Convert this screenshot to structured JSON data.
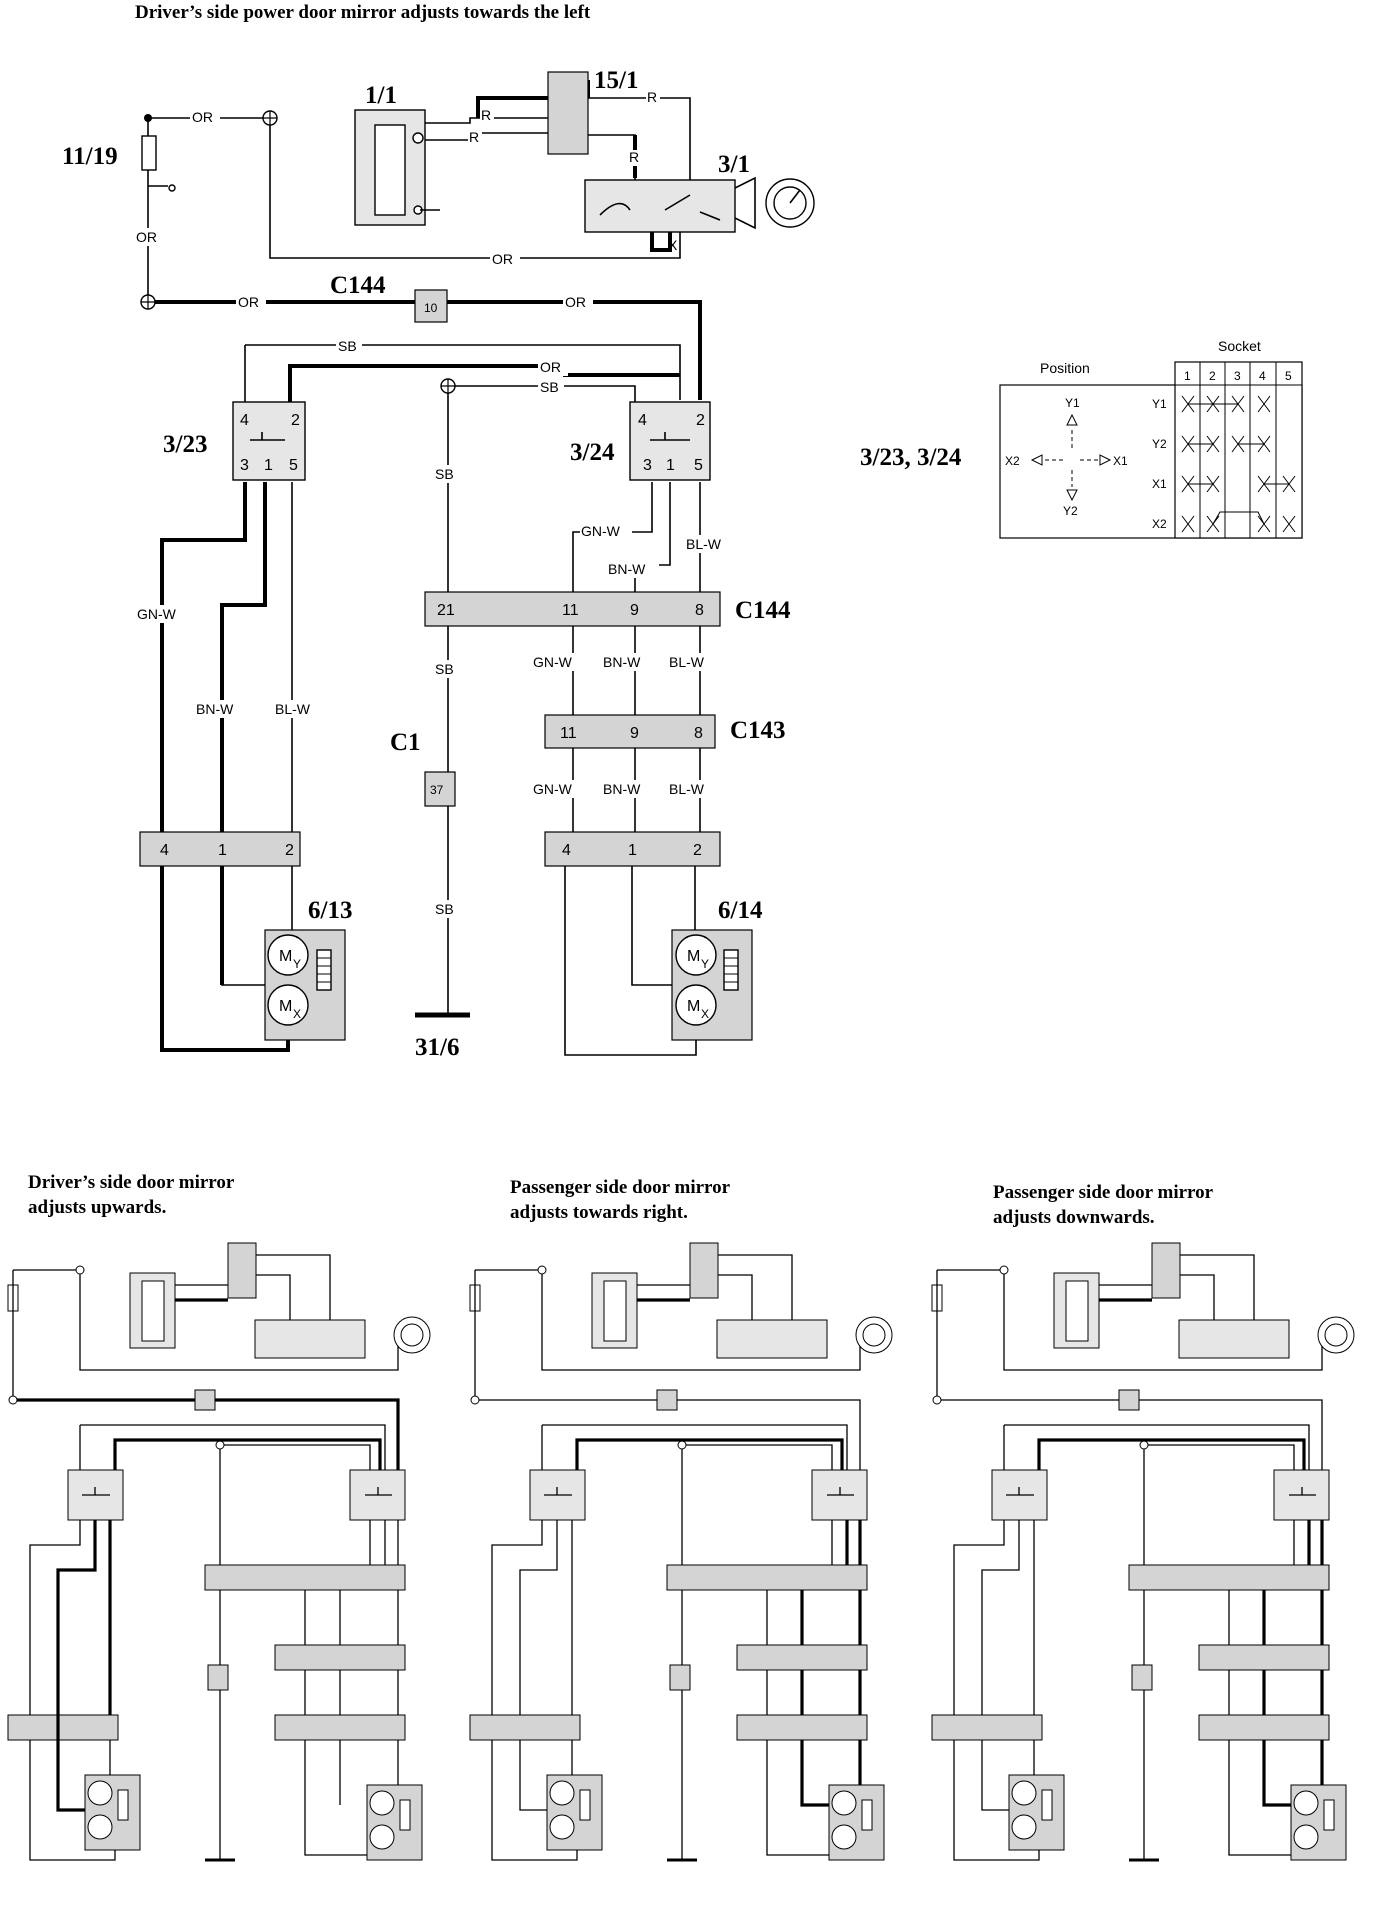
{
  "main": {
    "title": "Driver’s side power door mirror adjusts towards the left",
    "components": {
      "fuse": "11/19",
      "ignition_relay": "1/1",
      "relay": "15/1",
      "ignition_switch": "3/1",
      "switch_left": "3/23",
      "switch_right": "3/24",
      "connector_c144": "C144",
      "connector_c144b": "C144",
      "connector_c143": "C143",
      "connector_c1": "C1",
      "mirror_left": "6/13",
      "mirror_right": "6/14",
      "ground": "31/6"
    },
    "wires": {
      "or": "OR",
      "r": "R",
      "x": "X",
      "sb": "SB",
      "gnw": "GN-W",
      "bnw": "BN-W",
      "blw": "BL-W"
    },
    "pins": {
      "c144_top": "10",
      "c1": "37",
      "c144_21": "21",
      "c144_11": "11",
      "c144_9": "9",
      "c144_8": "8",
      "c143_11": "11",
      "c143_9": "9",
      "c143_8": "8",
      "sw_4": "4",
      "sw_2": "2",
      "sw_3": "3",
      "sw_1": "1",
      "sw_5": "5",
      "m_4": "4",
      "m_1": "1",
      "m_2": "2"
    },
    "motor": {
      "y": "Y",
      "x": "X",
      "m": "M"
    }
  },
  "legend": {
    "label": "3/23, 3/24",
    "position_title": "Position",
    "socket_title": "Socket",
    "sockets": [
      "1",
      "2",
      "3",
      "4",
      "5"
    ],
    "rows": [
      "Y1",
      "Y2",
      "X1",
      "X2"
    ],
    "dir_y1": "Y1",
    "dir_y2": "Y2",
    "dir_x1": "X1",
    "dir_x2": "X2"
  },
  "thumbnails": [
    {
      "title_line1": "Driver’s side door mirror",
      "title_line2": "adjusts upwards."
    },
    {
      "title_line1": "Passenger side door mirror",
      "title_line2": "adjusts towards right."
    },
    {
      "title_line1": "Passenger side door mirror",
      "title_line2": "adjusts downwards."
    }
  ]
}
